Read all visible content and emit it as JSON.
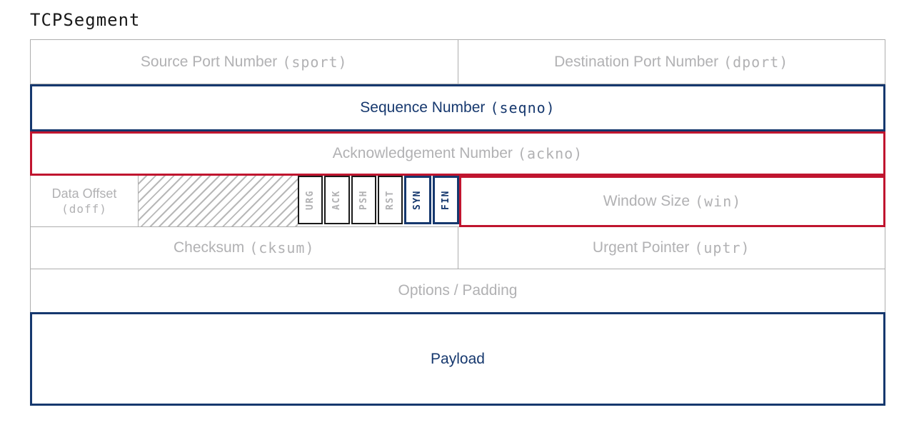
{
  "title": "TCPSegment",
  "colors": {
    "sender_highlight_navy": "#16386e",
    "receiver_highlight_red": "#c0152f",
    "muted_gray": "#b1b1b3",
    "grid_gray": "#aeaeae",
    "flag_border_black": "#1a1a1a"
  },
  "fields": {
    "sport": {
      "label": "Source Port Number",
      "code": "(sport)"
    },
    "dport": {
      "label": "Destination Port Number",
      "code": "(dport)"
    },
    "seqno": {
      "label": "Sequence Number",
      "code": "(seqno)"
    },
    "ackno": {
      "label": "Acknowledgement Number",
      "code": "(ackno)"
    },
    "doff": {
      "label": "Data Offset",
      "code": "(doff)"
    },
    "flags": [
      {
        "label": "URG",
        "highlight": false
      },
      {
        "label": "ACK",
        "highlight": false
      },
      {
        "label": "PSH",
        "highlight": false
      },
      {
        "label": "RST",
        "highlight": false
      },
      {
        "label": "SYN",
        "highlight": true
      },
      {
        "label": "FIN",
        "highlight": true
      }
    ],
    "win": {
      "label": "Window Size",
      "code": "(win)"
    },
    "cksum": {
      "label": "Checksum",
      "code": "(cksum)"
    },
    "uptr": {
      "label": "Urgent Pointer",
      "code": "(uptr)"
    },
    "options": {
      "label": "Options / Padding"
    },
    "payload": {
      "label": "Payload"
    }
  }
}
